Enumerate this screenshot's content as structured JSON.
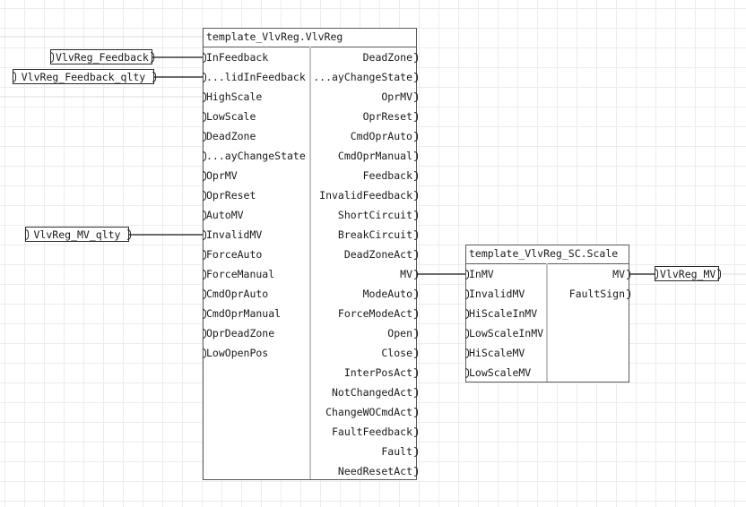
{
  "blocks": {
    "vlvreg": {
      "title": "template_VlvReg.VlvReg",
      "inputs": [
        "InFeedback",
        "...lidInFeedback",
        "HighScale",
        "LowScale",
        "DeadZone",
        "...ayChangeState",
        "OprMV",
        "OprReset",
        "AutoMV",
        "InvalidMV",
        "ForceAuto",
        "ForceManual",
        "CmdOprAuto",
        "CmdOprManual",
        "OprDeadZone",
        "LowOpenPos"
      ],
      "outputs": [
        "DeadZone",
        "...ayChangeState",
        "OprMV",
        "OprReset",
        "CmdOprAuto",
        "CmdOprManual",
        "Feedback",
        "InvalidFeedback",
        "ShortCircuit",
        "BreakCircuit",
        "DeadZoneAct",
        "MV",
        "ModeAuto",
        "ForceModeAct",
        "Open",
        "Close",
        "InterPosAct",
        "NotChangedAct",
        "ChangeWOCmdAct",
        "FaultFeedback",
        "Fault",
        "NeedResetAct"
      ]
    },
    "scale": {
      "title": "template_VlvReg_SC.Scale",
      "inputs": [
        "InMV",
        "InvalidMV",
        "HiScaleInMV",
        "LowScaleInMV",
        "HiScaleMV",
        "LowScaleMV"
      ],
      "outputs": [
        "MV",
        "FaultSign"
      ]
    }
  },
  "tags": {
    "feedback": "VlvReg_Feedback",
    "feedback_qlty": "VlvReg_Feedback_qlty",
    "mv_qlty": "VlvReg_MV_qlty",
    "mv_out": "VlvReg_MV"
  },
  "colors": {
    "block_border": "#5a5a5a",
    "wire": "#3a3a3a",
    "grid": "#ececec"
  }
}
